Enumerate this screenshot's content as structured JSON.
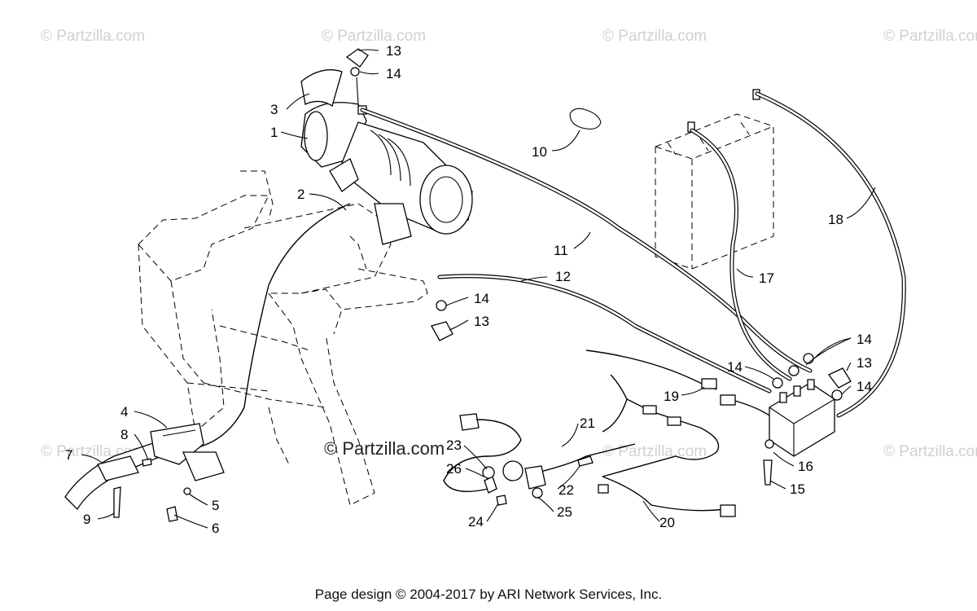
{
  "watermarks": {
    "site": "© Partzilla.com",
    "main": "© Partzilla.com"
  },
  "footer": "Page design © 2004-2017 by ARI Network Services, Inc.",
  "callouts": [
    "13",
    "14",
    "3",
    "1",
    "2",
    "10",
    "11",
    "12",
    "14",
    "13",
    "18",
    "17",
    "14",
    "14",
    "13",
    "14",
    "19",
    "4",
    "8",
    "7",
    "9",
    "5",
    "6",
    "23",
    "26",
    "21",
    "22",
    "24",
    "25",
    "16",
    "15",
    "20"
  ]
}
